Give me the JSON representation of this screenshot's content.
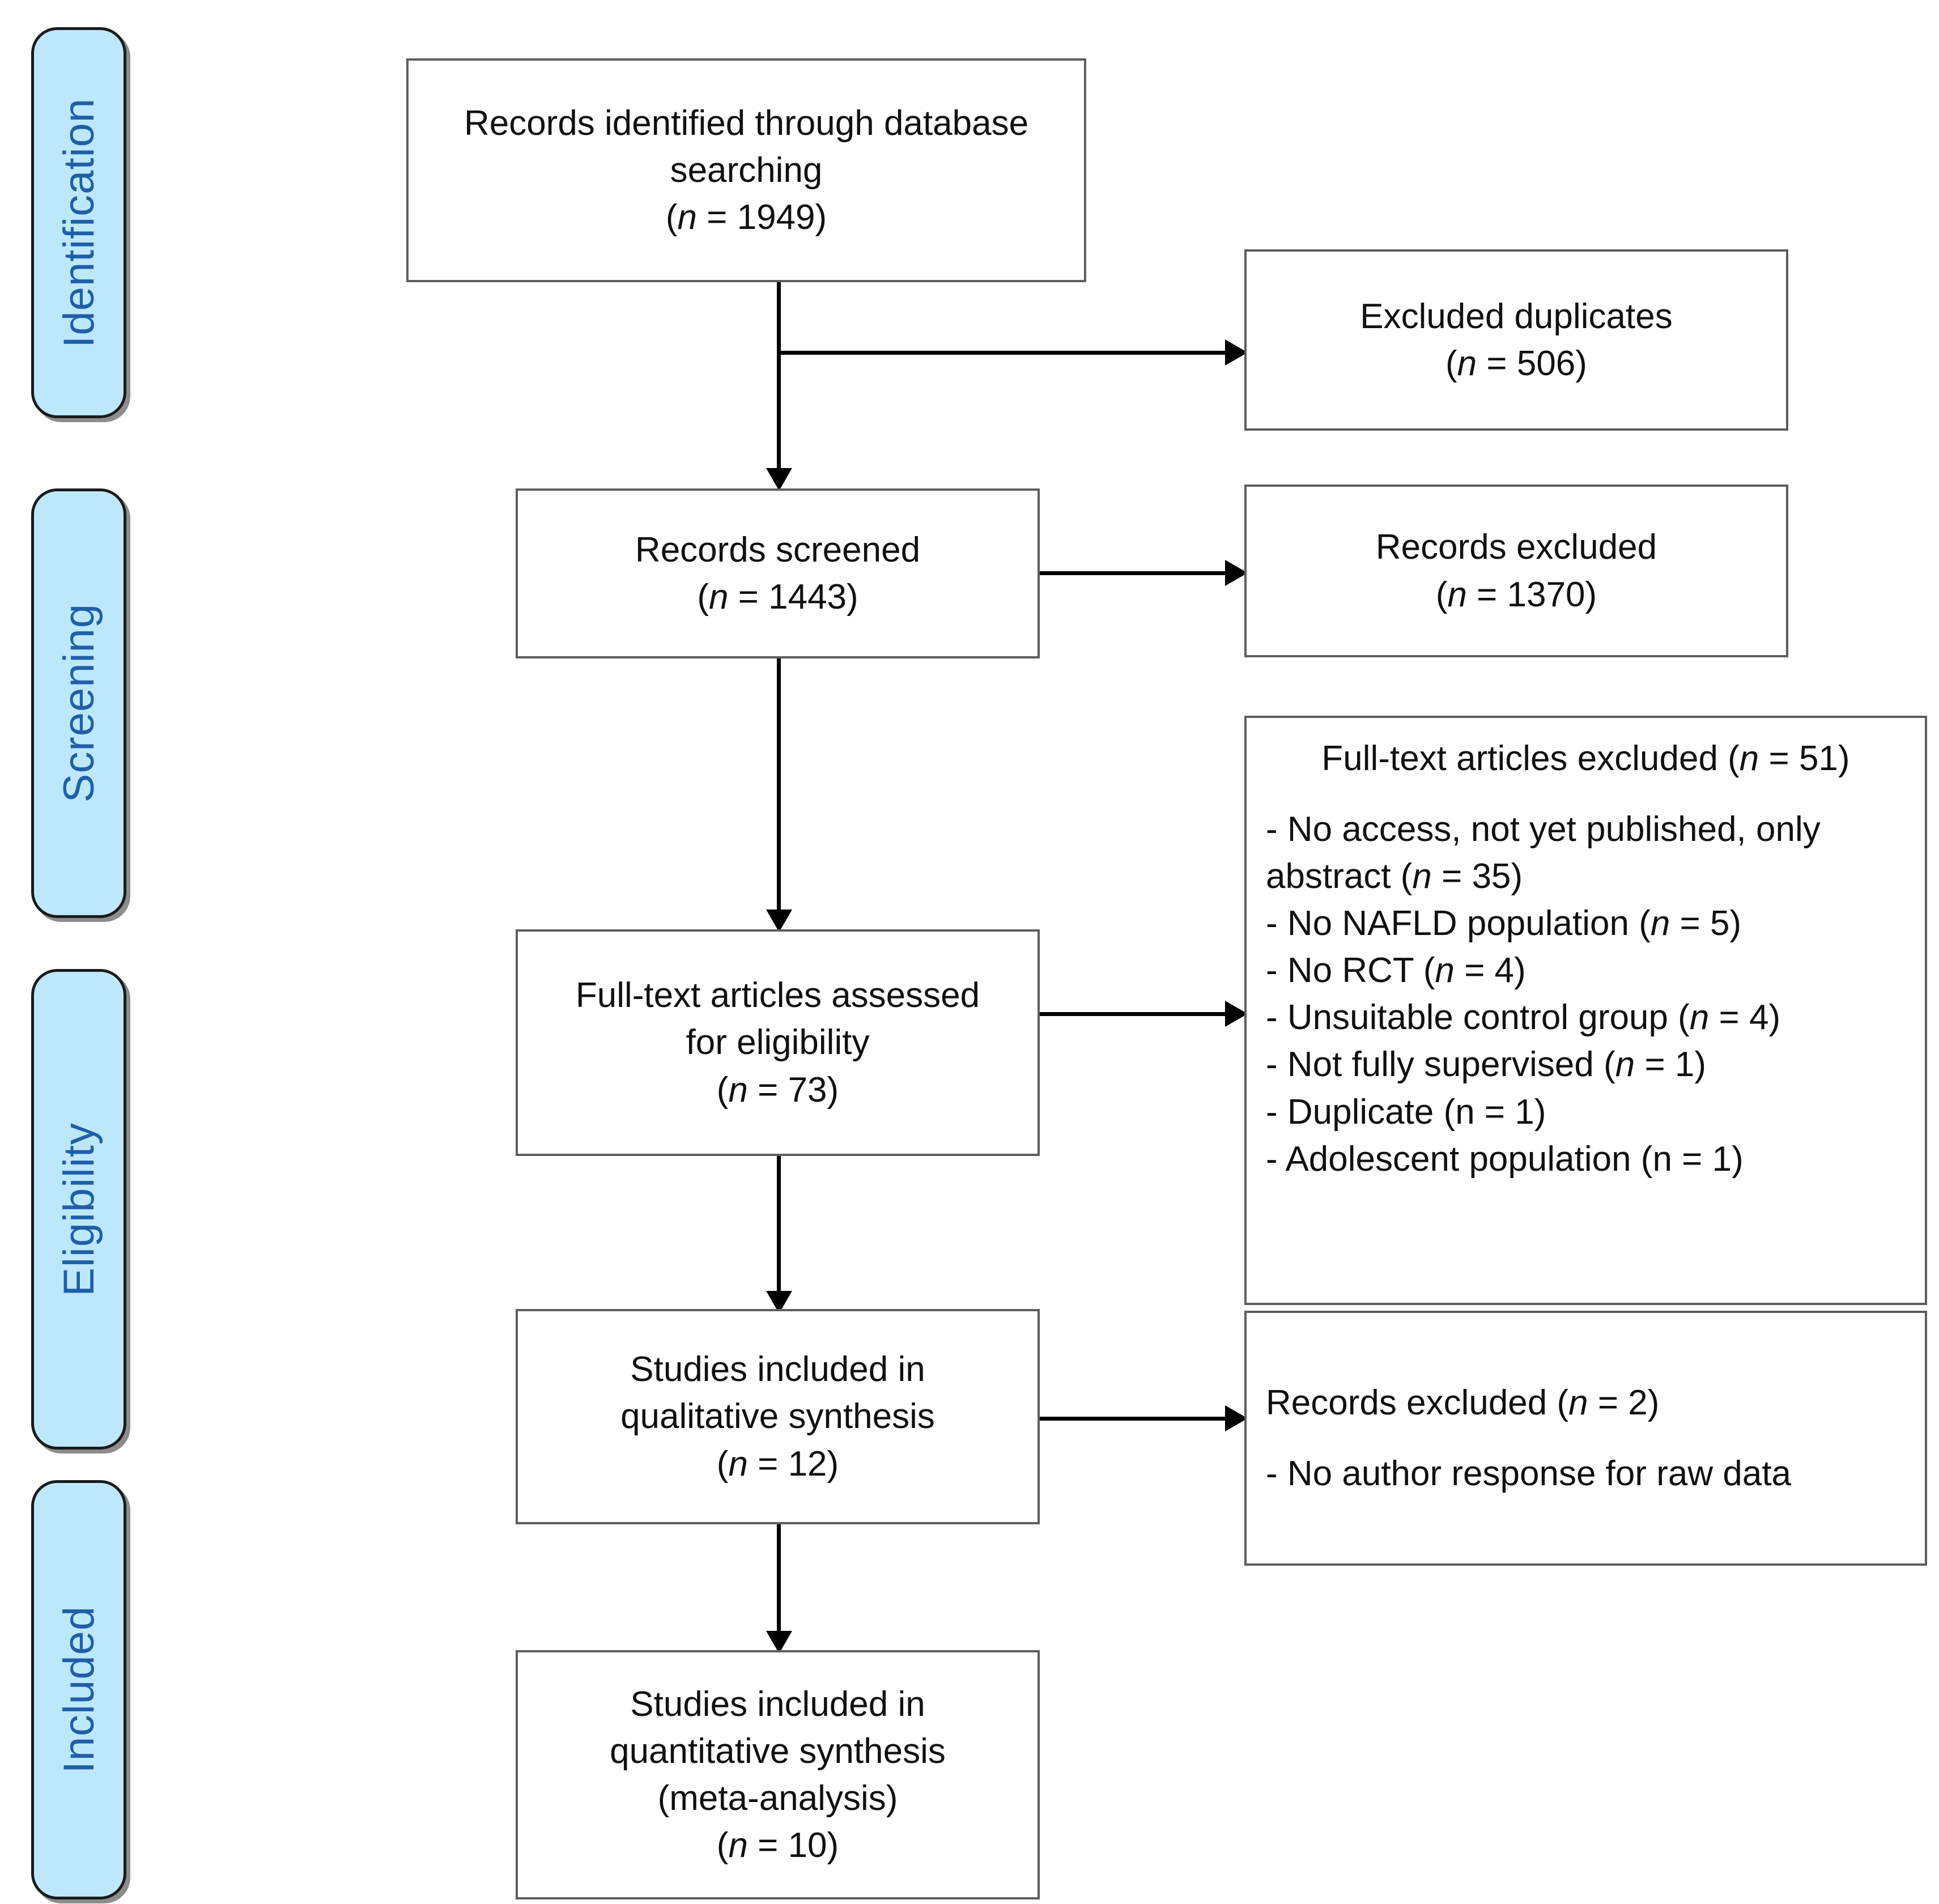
{
  "diagram": {
    "title": "PRISMA flow diagram",
    "accent_blue": "#bde7fd",
    "label_blue": "#1f5fa8",
    "box_border": "#5e5e5e"
  },
  "stages": [
    {
      "label": "Identification"
    },
    {
      "label": "Screening"
    },
    {
      "label": "Eligibility"
    },
    {
      "label": "Included"
    }
  ],
  "boxes": {
    "records_identified": {
      "line1": "Records identified through database",
      "line2": "searching",
      "n_open": "(",
      "n_var": "n",
      "n_eq": " = 1949)"
    },
    "excluded_duplicates": {
      "line1": "Excluded duplicates",
      "n_open": "(",
      "n_var": "n",
      "n_eq": " = 506)"
    },
    "records_screened": {
      "line1": "Records screened",
      "n_open": "(",
      "n_var": "n",
      "n_eq": " = 1443)"
    },
    "records_excluded_screening": {
      "line1": "Records excluded",
      "n_open": "(",
      "n_var": "n",
      "n_eq": " = 1370)"
    },
    "fulltext_assessed": {
      "line1": "Full-text articles assessed",
      "line2": "for eligibility",
      "n_open": "(",
      "n_var": "n",
      "n_eq": " = 73)"
    },
    "fulltext_excluded": {
      "heading_pre": "Full-text articles excluded (",
      "heading_var": "n",
      "heading_post": " = 51)",
      "reasons": [
        {
          "text_pre": "- No access, not yet published, only abstract (",
          "var": "n",
          "text_post": " = 35)"
        },
        {
          "text_pre": "- No NAFLD population (",
          "var": "n",
          "text_post": " = 5)"
        },
        {
          "text_pre": "- No RCT (",
          "var": "n",
          "text_post": " = 4)"
        },
        {
          "text_pre": "- Unsuitable control group (",
          "var": "n",
          "text_post": " = 4)"
        },
        {
          "text_pre": "- Not fully supervised (",
          "var": "n",
          "text_post": " = 1)"
        },
        {
          "text_pre": "- Duplicate (n = 1)",
          "var": "",
          "text_post": ""
        },
        {
          "text_pre": "- Adolescent population (n = 1)",
          "var": "",
          "text_post": ""
        }
      ]
    },
    "qualitative_synthesis": {
      "line1": "Studies included in",
      "line2": "qualitative synthesis",
      "n_open": "(",
      "n_var": "n",
      "n_eq": " = 12)"
    },
    "records_excluded_eligibility": {
      "heading_pre": "Records excluded (",
      "heading_var": "n",
      "heading_post": " = 2)",
      "reason": "- No author response for raw data"
    },
    "quantitative_synthesis": {
      "line1": "Studies included in",
      "line2": "quantitative synthesis",
      "line3": "(meta-analysis)",
      "n_open": "(",
      "n_var": "n",
      "n_eq": " = 10)"
    }
  }
}
